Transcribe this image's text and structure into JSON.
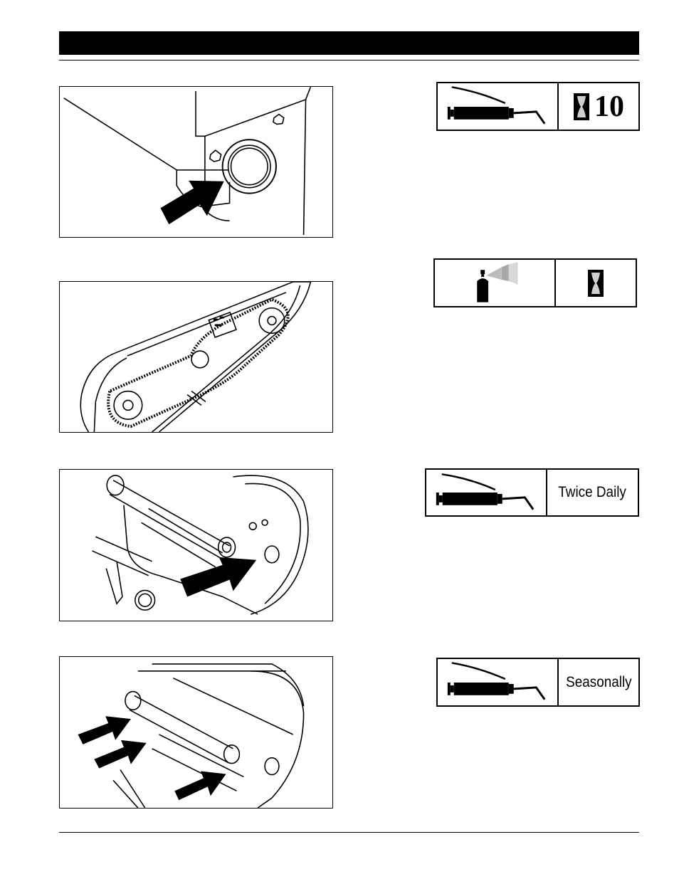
{
  "header": {
    "title": ""
  },
  "figures": [
    {
      "name": "figure-bearing-housing",
      "subject": "bearing housing with grease fitting"
    },
    {
      "name": "figure-chain-drive",
      "subject": "chain drive cover open"
    },
    {
      "name": "figure-reel-bearing",
      "subject": "reel shaft bearing"
    },
    {
      "name": "figure-roller-bearings",
      "subject": "roller and reel bearings"
    }
  ],
  "badges": [
    {
      "tool_icon": "grease-gun-icon",
      "freq_icon": "hourglass-icon",
      "freq_text": "10"
    },
    {
      "tool_icon": "spray-can-icon",
      "freq_icon": "hourglass-icon",
      "freq_text": ""
    },
    {
      "tool_icon": "grease-gun-icon",
      "freq_icon": "",
      "freq_text": "Twice Daily"
    },
    {
      "tool_icon": "grease-gun-icon",
      "freq_icon": "",
      "freq_text": "Seasonally"
    }
  ],
  "colors": {
    "ink": "#000000",
    "paper": "#ffffff",
    "spray_gray": "#9a9a9a"
  }
}
